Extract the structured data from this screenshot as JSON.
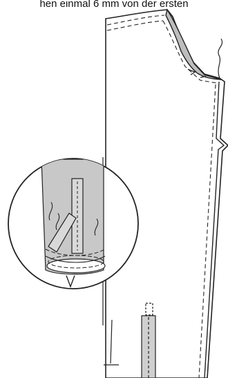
{
  "caption": "hen einmal 6 mm von der ersten",
  "colors": {
    "line": "#222222",
    "fabric_fill": "#ffffff",
    "seam_allowance": "#bdbdbd",
    "inner_fabric": "#c8c8c8"
  },
  "icons": {
    "detail": "magnifier-circle",
    "zipper": "zipper-strip"
  }
}
